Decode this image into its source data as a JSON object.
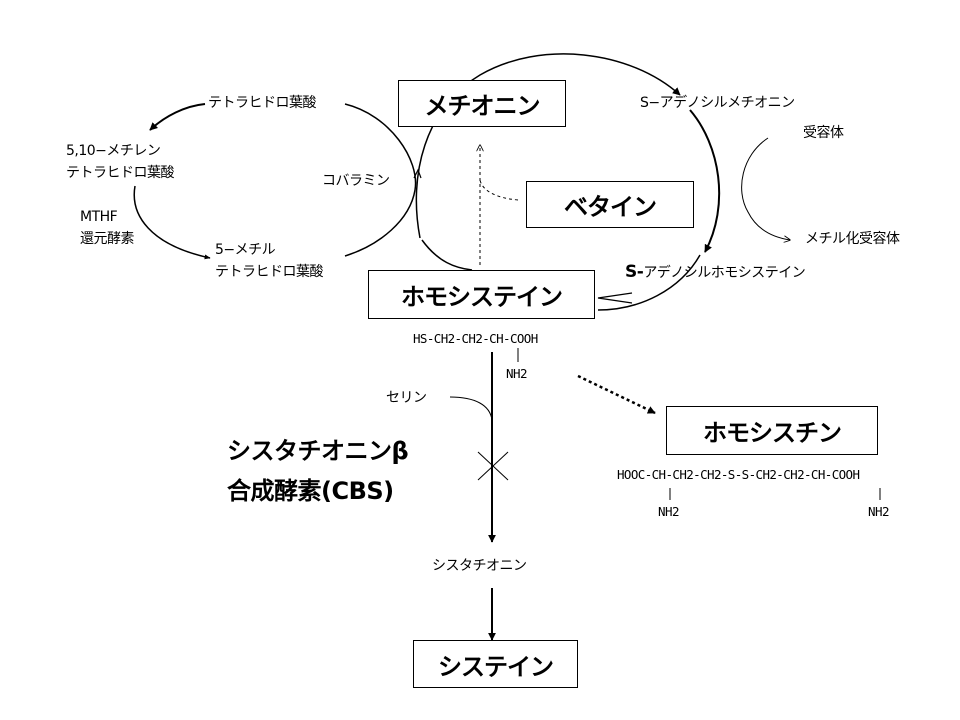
{
  "boxes": {
    "methionine": "メチオニン",
    "betaine": "ベタイン",
    "homocysteine": "ホモシステイン",
    "homocystine": "ホモシスチン",
    "cysteine": "システイン"
  },
  "labels": {
    "thf": "テトラヒドロ葉酸",
    "methylene_line1": "5,10−メチレン",
    "methylene_line2": "テトラヒドロ葉酸",
    "mthf_line1": "MTHF",
    "mthf_line2": "還元酵素",
    "methyl_thf_line1": "5−メチル",
    "methyl_thf_line2": "テトラヒドロ葉酸",
    "cobalamin": "コバラミン",
    "sam": "S−アデノシルメチオニン",
    "acceptor": "受容体",
    "methylated_acceptor": "メチル化受容体",
    "sah_prefix": "S-",
    "sah_rest": "アデノシルホモシステイン",
    "serine": "セリン",
    "cystathionine": "シスタチオニン"
  },
  "enzyme": {
    "line1": "シスタチオニンβ",
    "line2": "合成酵素(CBS)"
  },
  "formulas": {
    "homocysteine_main": "HS-CH2-CH2-CH-COOH",
    "homocysteine_nh2": "NH2",
    "homocystine_main": "HOOC-CH-CH2-CH2-S-S-CH2-CH2-CH-COOH",
    "homocystine_nh2_left": "NH2",
    "homocystine_nh2_right": "NH2"
  }
}
